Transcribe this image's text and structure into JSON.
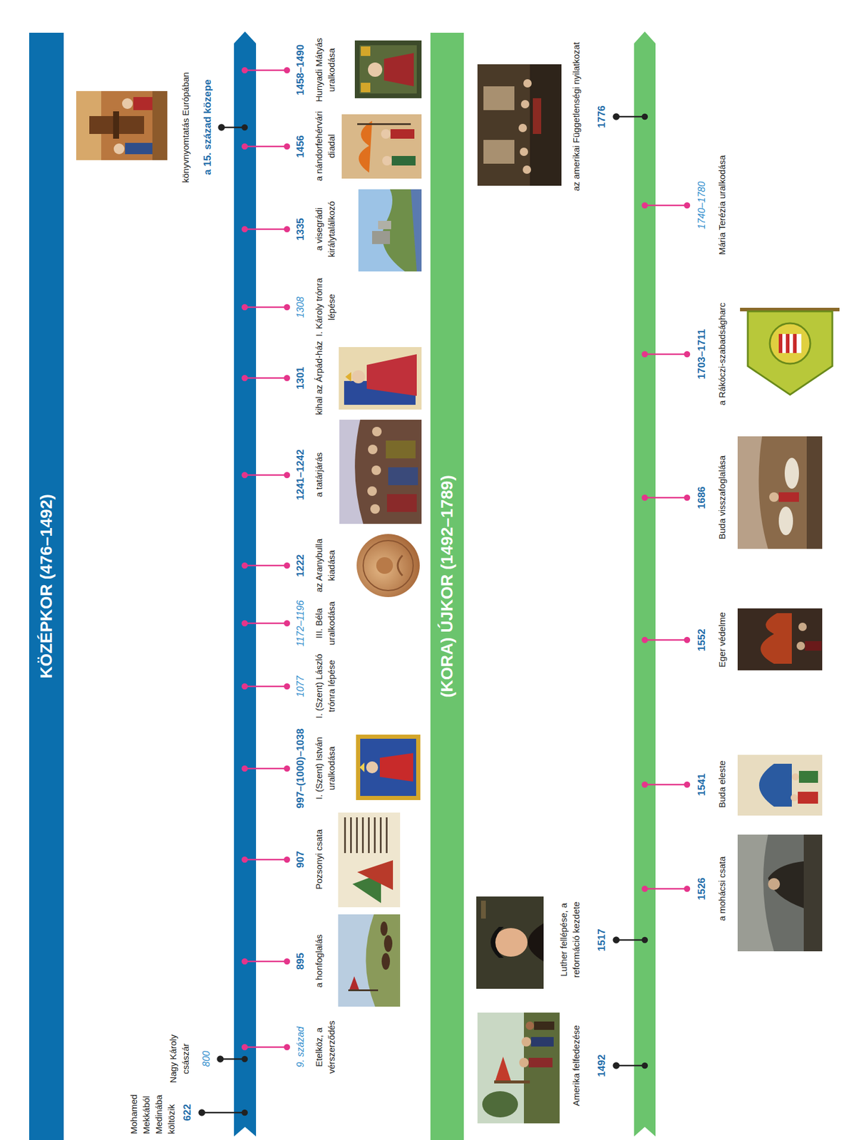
{
  "diagram": {
    "nodes": [
      {
        "text": [
          "KÖZÉPKOR (476–1492)"
        ]
      },
      {
        "text": [
          "(KORA) ÚJKOR (1492–1789)"
        ]
      }
    ],
    "labels": [
      "622",
      "Mohamed Mekkából Medinába költözik",
      "800",
      "Nagy Károly császár",
      "9. század",
      "Etelköz, a vérszerződés",
      "895",
      "a honfoglalás",
      "907",
      "Pozsonyi csata",
      "997–(1000)–1038",
      "I. (Szent) István uralkodása",
      "1077",
      "I. (Szent) László trónra lépése",
      "1172–1196",
      "III. Béla uralkodása",
      "1222",
      "az Aranybulla kiadása",
      "1241–1242",
      "a tatárjárás",
      "1301",
      "kihal az Árpád-ház",
      "1308",
      "I. Károly trónra lépése",
      "1335",
      "a visegrádi királytalálkozó",
      "1456",
      "a nándorfehérvári diadal",
      "a 15. század közepe",
      "könyvnyomtatás Európában",
      "1458–1490",
      "Hunyadi Mátyás uralkodása",
      "1492",
      "Amerika felfedezése",
      "1517",
      "Luther fellépése, a reformáció kezdete",
      "1526",
      "a mohácsi csata",
      "1541",
      "Buda eleste",
      "1552",
      "Eger védelme",
      "1686",
      "Buda visszafoglalása",
      "1703–1711",
      "a Rákóczi-szabadságharc",
      "1740–1780",
      "Mária Terézia uralkodása",
      "1776",
      "az amerikai Függetlenségi nyilatkozat"
    ]
  }
}
